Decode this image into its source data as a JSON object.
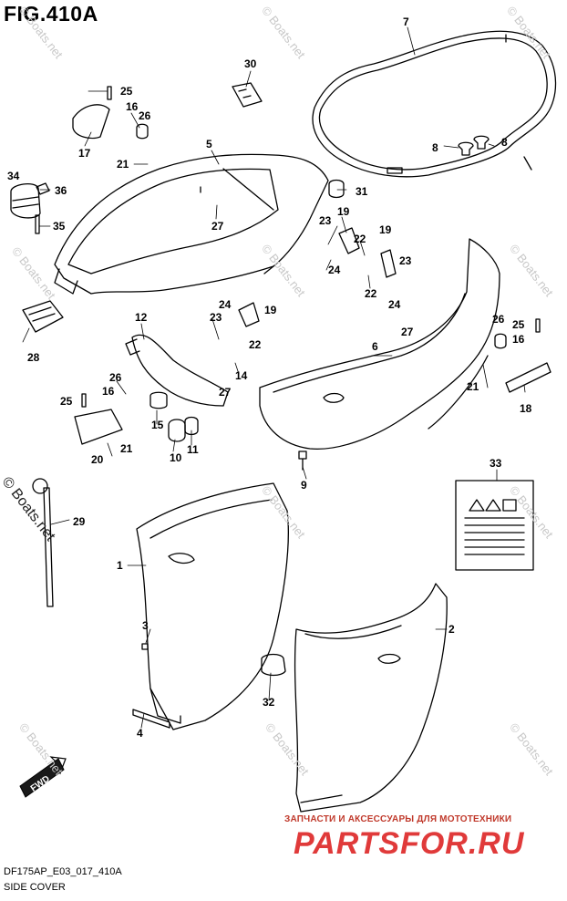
{
  "figure_title": "FIG.410A",
  "footer_code": "DF175AP_E03_017_410A",
  "footer_name": "SIDE COVER",
  "watermark_text": "© Boats.net",
  "shop_subtitle": "ЗАПЧАСТИ И АКСЕССУАРЫ ДЛЯ МОТОТЕХНИКИ",
  "shop_logo": "PARTSFOR.RU",
  "fwd_label": "FWD",
  "part_labels": [
    "1",
    "2",
    "3",
    "4",
    "5",
    "6",
    "7",
    "8",
    "9",
    "10",
    "11",
    "12",
    "14",
    "15",
    "16",
    "17",
    "18",
    "19",
    "20",
    "21",
    "22",
    "23",
    "24",
    "25",
    "26",
    "27",
    "28",
    "29",
    "30",
    "31",
    "32",
    "33",
    "34",
    "35",
    "36"
  ]
}
